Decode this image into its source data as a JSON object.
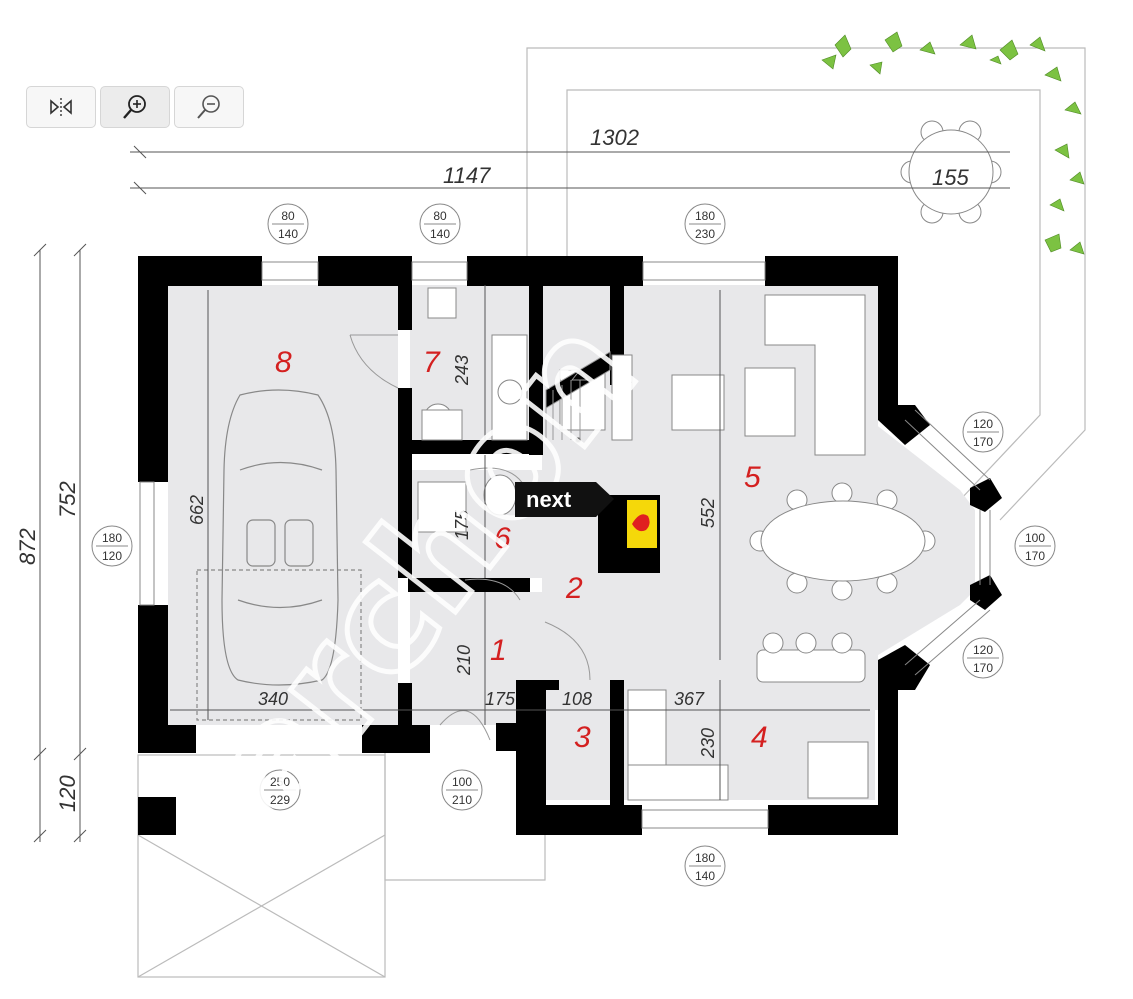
{
  "toolbar": {
    "buttons": [
      {
        "name": "mirror",
        "icon": "mirror-icon"
      },
      {
        "name": "zoom-in",
        "icon": "zoom-in-icon"
      },
      {
        "name": "zoom-out",
        "icon": "zoom-out-icon"
      }
    ]
  },
  "dimensions": {
    "total_width": "1302",
    "house_width": "1147",
    "total_height": "872",
    "house_height": "752",
    "porch_depth": "120",
    "garage_depth": "662",
    "garage_width": "340",
    "room7_depth": "243",
    "room6_depth": "175",
    "room1_depth": "210",
    "room1_width": "175",
    "room3_width": "108",
    "room4_width": "367",
    "room4_depth": "230",
    "room5_depth": "552",
    "table_diameter": "155"
  },
  "openings": [
    {
      "id": "w1",
      "top": "80",
      "bottom": "140"
    },
    {
      "id": "w2",
      "top": "80",
      "bottom": "140"
    },
    {
      "id": "w3",
      "top": "180",
      "bottom": "230"
    },
    {
      "id": "w4",
      "top": "120",
      "bottom": "170"
    },
    {
      "id": "w5",
      "top": "100",
      "bottom": "170"
    },
    {
      "id": "w6",
      "top": "120",
      "bottom": "170"
    },
    {
      "id": "w7",
      "top": "180",
      "bottom": "120"
    },
    {
      "id": "d1",
      "top": "250",
      "bottom": "229"
    },
    {
      "id": "d2",
      "top": "100",
      "bottom": "210"
    },
    {
      "id": "w8",
      "top": "180",
      "bottom": "140"
    }
  ],
  "rooms": {
    "r1": "1",
    "r2": "2",
    "r3": "3",
    "r4": "4",
    "r5": "5",
    "r6": "6",
    "r7": "7",
    "r8": "8"
  },
  "next_badge": "next",
  "watermark": "archon",
  "colors": {
    "wall": "#000000",
    "floor": "#e8e8ea",
    "room_number": "#d42020",
    "plant": "#7cc242",
    "fireplace": "#f5d80a"
  }
}
